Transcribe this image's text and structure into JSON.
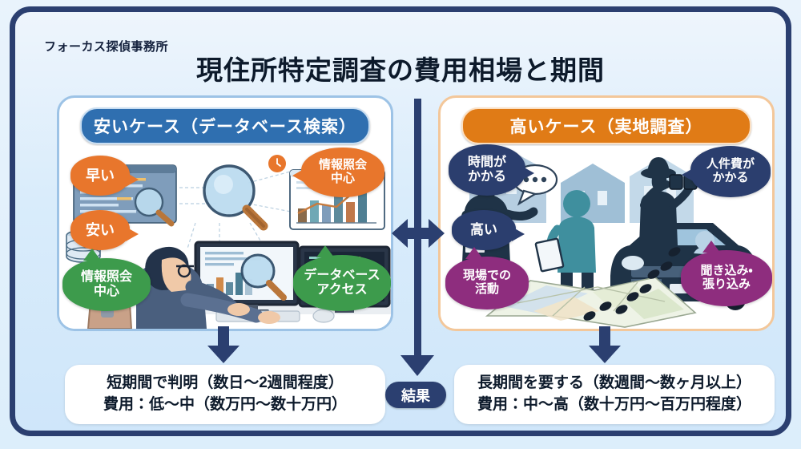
{
  "brand": {
    "logo": "フォーカス探偵事務所"
  },
  "header": {
    "title": "現住所特定調査の費用相場と期間"
  },
  "panels": [
    {
      "side": "left",
      "heading": "安いケース（データベース検索）",
      "bubbles": [
        {
          "text": "早い",
          "color": "#e8762c",
          "name": "bubble-hayai"
        },
        {
          "text": "安い",
          "color": "#e8762c",
          "name": "bubble-yasui"
        },
        {
          "text_line1": "情報照会",
          "text_line2": "中心",
          "color": "#3d9b4c",
          "name": "bubble-joho-shokai-chushin-left"
        },
        {
          "text_line1": "情報照会",
          "text_line2": "中心",
          "color": "#e8762c",
          "name": "bubble-joho-shokai-chushin-right"
        },
        {
          "text_line1": "データベース",
          "text_line2": "アクセス",
          "color": "#3d9b4c",
          "name": "bubble-database-access"
        }
      ],
      "illustration": "analyst-at-dual-monitors-with-magnifier-charts-code-database"
    },
    {
      "side": "right",
      "heading": "高いケース（実地調査）",
      "bubbles": [
        {
          "text_line1": "時間が",
          "text_line2": "かかる",
          "color": "#2b3e6e",
          "name": "bubble-jikan-ga-kakaru"
        },
        {
          "text": "高い",
          "color": "#2b3e6e",
          "name": "bubble-takai"
        },
        {
          "text_line1": "人件費が",
          "text_line2": "かかる",
          "color": "#2b3e6e",
          "name": "bubble-jinkenhi-ga-kakaru"
        },
        {
          "text_line1": "現場での",
          "text_line2": "活動",
          "color": "#8e2d7e",
          "name": "bubble-genba-deno-katsudo"
        },
        {
          "text_line1": "聞き込み・",
          "text_line2": "張り込み",
          "color": "#8e2d7e",
          "name": "bubble-kikikomi-harikomi"
        }
      ],
      "illustration": "detectives-interview-surveillance-car-map-with-footprints"
    }
  ],
  "results": {
    "badge": "結果",
    "left": {
      "line1": "短期間で判明（数日〜2週間程度）",
      "line2": "費用：低〜中（数万円〜数十万円）"
    },
    "right": {
      "line1": "長期間を要する（数週間〜数ヶ月以上）",
      "line2": "費用：中〜高（数十万円〜百万円程度）"
    }
  },
  "colors": {
    "frame": "#2b3f70",
    "background": "#dceefb",
    "left_accent": "#2f6fb0",
    "right_accent": "#e07b16",
    "arrow": "#2b3f70"
  }
}
